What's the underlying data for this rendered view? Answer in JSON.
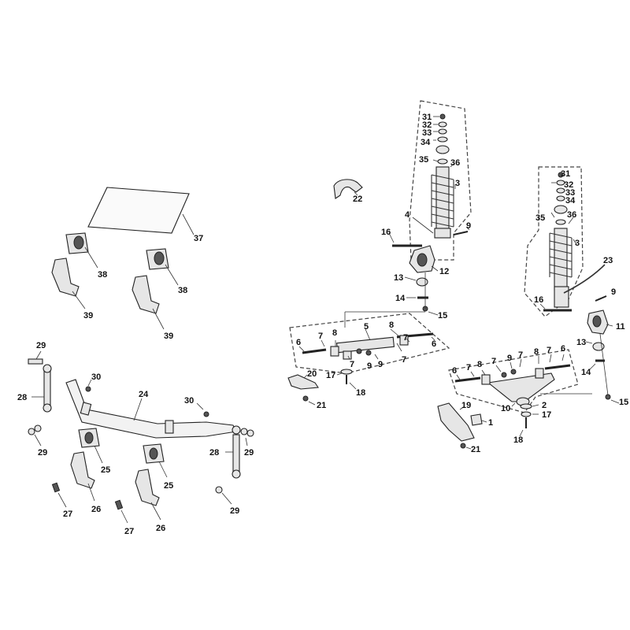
{
  "callouts": {
    "c1": "1",
    "c2": "2",
    "c3a": "3",
    "c3b": "3",
    "c4": "4",
    "c5": "5",
    "c6a": "6",
    "c6b": "6",
    "c6c": "6",
    "c6d": "6",
    "c7a": "7",
    "c7b": "7",
    "c7c": "7",
    "c7d": "7",
    "c7e": "7",
    "c7f": "7",
    "c7g": "7",
    "c7h": "7",
    "c8a": "8",
    "c8b": "8",
    "c8c": "8",
    "c8d": "8",
    "c9a": "9",
    "c9b": "9",
    "c9c": "9",
    "c9d": "9",
    "c9e": "9",
    "c10": "10",
    "c11": "11",
    "c12": "12",
    "c13a": "13",
    "c13b": "13",
    "c14a": "14",
    "c14b": "14",
    "c15a": "15",
    "c15b": "15",
    "c16a": "16",
    "c16b": "16",
    "c17a": "17",
    "c17b": "17",
    "c18a": "18",
    "c18b": "18",
    "c19": "19",
    "c20": "20",
    "c21a": "21",
    "c21b": "21",
    "c22": "22",
    "c23": "23",
    "c24": "24",
    "c25a": "25",
    "c25b": "25",
    "c26a": "26",
    "c26b": "26",
    "c27a": "27",
    "c27b": "27",
    "c28a": "28",
    "c28b": "28",
    "c29a": "29",
    "c29b": "29",
    "c29c": "29",
    "c29d": "29",
    "c30a": "30",
    "c30b": "30",
    "c31a": "31",
    "c31b": "31",
    "c32a": "32",
    "c32b": "32",
    "c33a": "33",
    "c33b": "33",
    "c34a": "34",
    "c34b": "34",
    "c35a": "35",
    "c35b": "35",
    "c36a": "36",
    "c36b": "36",
    "c37": "37",
    "c38a": "38",
    "c38b": "38",
    "c39a": "39",
    "c39b": "39"
  }
}
